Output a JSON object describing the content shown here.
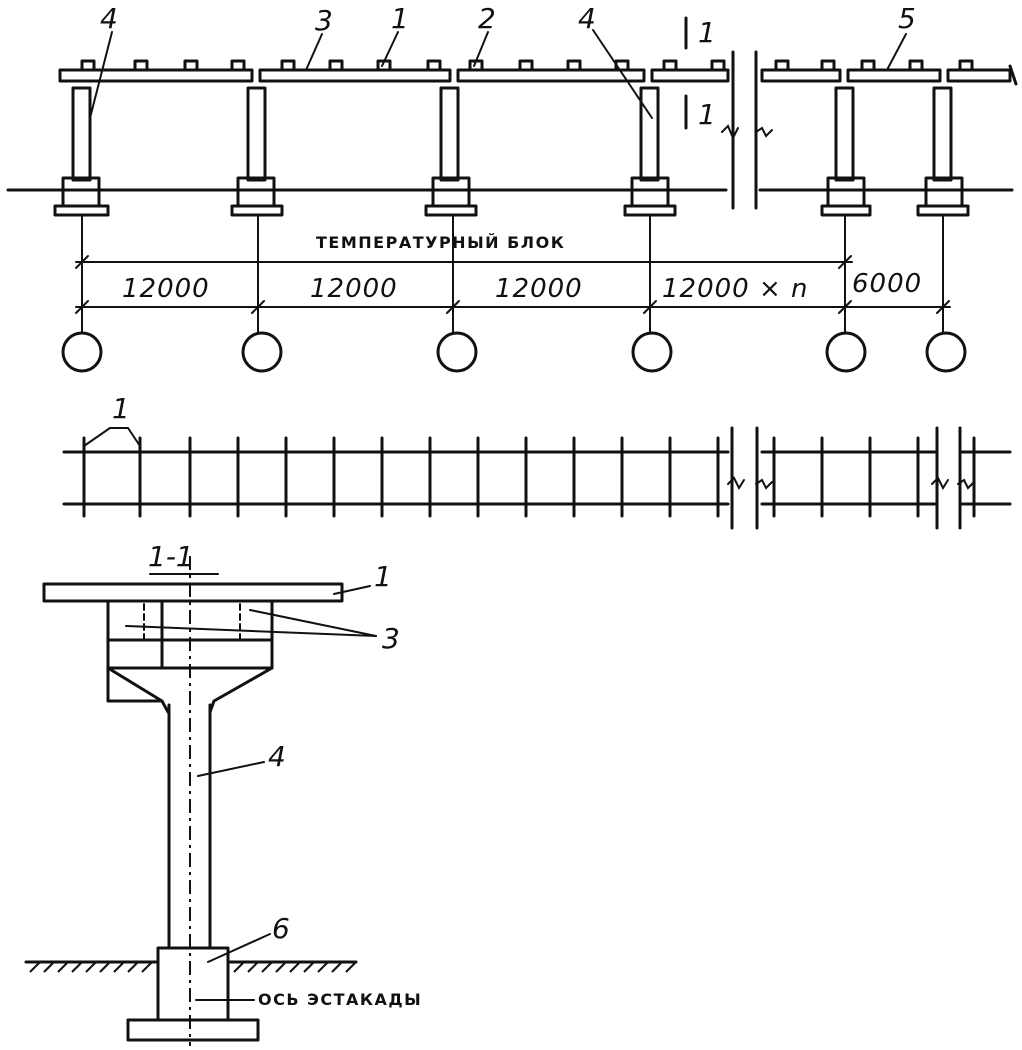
{
  "elevation": {
    "labels": {
      "callout_4_left": "4",
      "callout_3": "3",
      "callout_1": "1",
      "callout_2": "2",
      "callout_4_right": "4",
      "callout_5": "5",
      "section_mark_top": "1",
      "section_mark_bottom": "1"
    },
    "caption": "ТЕМПЕРАТУРНЫЙ БЛОК",
    "spans": [
      "12000",
      "12000",
      "12000",
      "12000 × n",
      "6000"
    ]
  },
  "plan": {
    "callout_1": "1"
  },
  "section": {
    "title": "1-1",
    "callout_1": "1",
    "callout_3": "3",
    "callout_4": "4",
    "callout_6": "6",
    "axis_caption": "ОСЬ ЭСТАКАДЫ"
  }
}
